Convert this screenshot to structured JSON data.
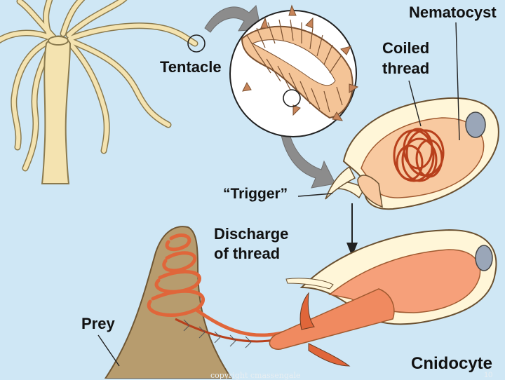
{
  "labels": {
    "nematocyst": "Nematocyst",
    "tentacle": "Tentacle",
    "coiled_line1": "Coiled",
    "coiled_line2": "thread",
    "trigger": "“Trigger”",
    "discharge_line1": "Discharge",
    "discharge_line2": "of thread",
    "prey": "Prey",
    "cnidocyte": "Cnidocyte"
  },
  "footer": {
    "copyright": "copyright cmassengale",
    "slide_number": "10"
  },
  "colors": {
    "background": "#cfe7f5",
    "hydra_body": "#f4e3b0",
    "tentacle_outline": "#8a7a4e",
    "nematocyst_fill": "#f8d0a8",
    "thread": "#e0663a",
    "prey": "#b79c6e",
    "arrow": "#8c8c8c"
  }
}
